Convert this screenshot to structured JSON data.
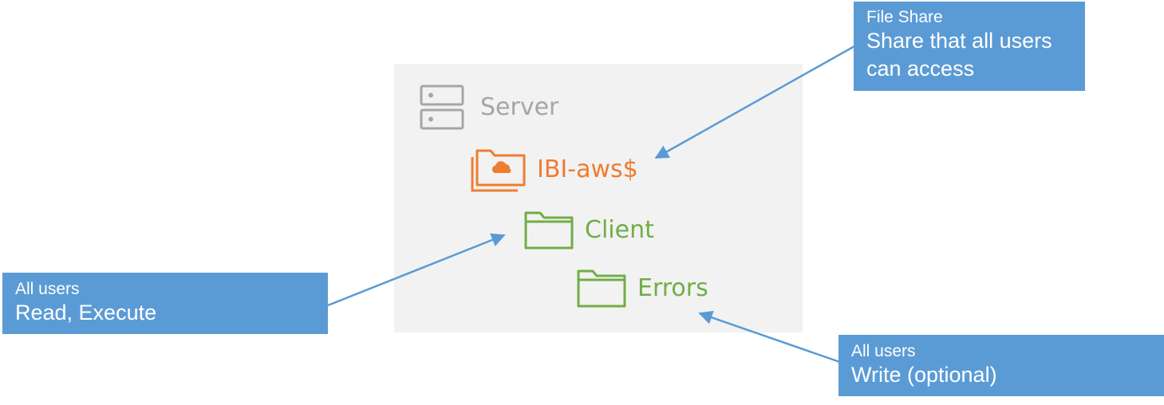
{
  "diagram": {
    "nodes": [
      {
        "id": "server",
        "label": "Server",
        "icon": "server-icon",
        "color": "#a6a6a6"
      },
      {
        "id": "share",
        "label": "IBI-aws$",
        "icon": "shared-folder-cloud-icon",
        "color": "#ed7d31"
      },
      {
        "id": "client",
        "label": "Client",
        "icon": "folder-icon",
        "color": "#70ad47"
      },
      {
        "id": "errors",
        "label": "Errors",
        "icon": "folder-icon",
        "color": "#70ad47"
      }
    ],
    "callouts": {
      "share": {
        "title": "File Share",
        "text": "Share that all users can access"
      },
      "read": {
        "title": "All users",
        "text": "Read, Execute"
      },
      "write": {
        "title": "All users",
        "text": "Write (optional)"
      }
    },
    "colors": {
      "panel": "#f2f2f2",
      "callout": "#5b9bd5",
      "arrow": "#5b9bd5"
    }
  }
}
